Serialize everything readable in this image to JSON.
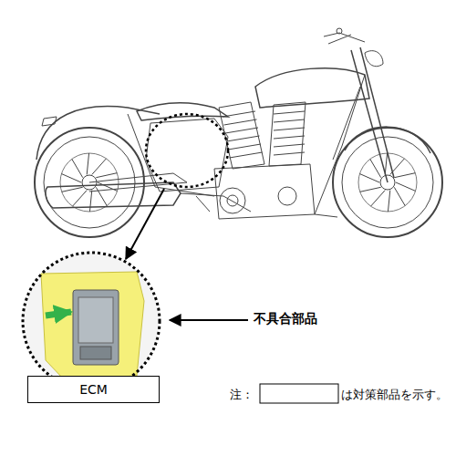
{
  "diagram": {
    "nodes": [
      {
        "text": [
          "ECM"
        ]
      }
    ],
    "labels": [
      "不具合部品",
      "注：",
      "は対策部品を示す。"
    ]
  }
}
